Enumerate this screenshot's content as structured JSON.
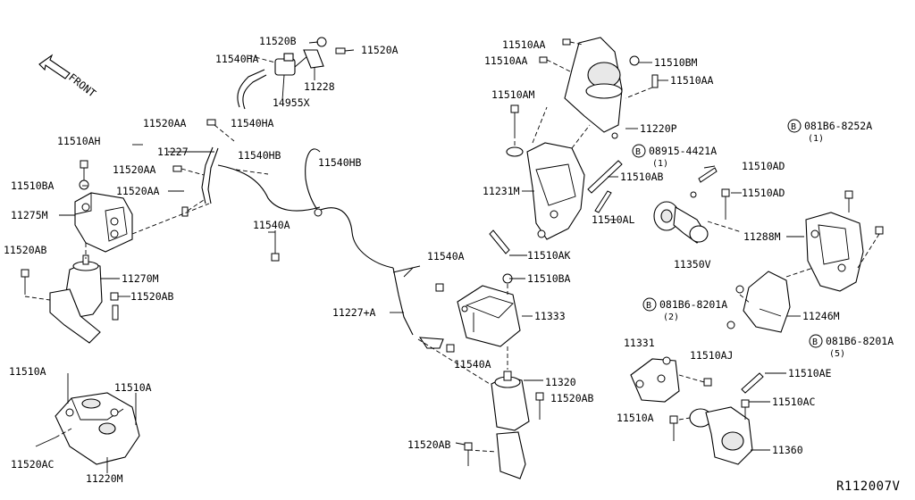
{
  "labels": {
    "l11520B": "11520B",
    "l11520A_top": "11520A",
    "l11540HA_1": "11540HA",
    "l11228": "11228",
    "l14955X": "14955X",
    "l11540HA_2": "11540HA",
    "l11520AA_1": "11520AA",
    "l11227": "11227",
    "l11540HB_1": "11540HB",
    "l11540HB_2": "11540HB",
    "l11510AH": "11510AH",
    "l11520AA_2": "11520AA",
    "l11510BA_1": "11510BA",
    "l11520AA_3": "11520AA",
    "l11275M": "11275M",
    "l11540A_1": "11540A",
    "l11520AB_1": "11520AB",
    "l11270M": "11270M",
    "l11520AB_2": "11520AB",
    "l11227A": "11227+A",
    "l11540A_2": "11540A",
    "l11510AK": "11510AK",
    "l11510BA_2": "11510BA",
    "l11333": "11333",
    "l11540A_3": "11540A",
    "l11510A_1": "11510A",
    "l11510A_2": "11510A",
    "l11520AC": "11520AC",
    "l11220M": "11220M",
    "l11320": "11320",
    "l11520AB_3": "11520AB",
    "l11520AB_4": "11520AB",
    "l11510AA_1": "11510AA",
    "l11510AA_2": "11510AA",
    "l11510BM": "11510BM",
    "l11510AA_3": "11510AA",
    "l11510AM": "11510AM",
    "l11220P": "11220P",
    "l11231M": "11231M",
    "l11510AB": "11510AB",
    "l11510AL": "11510AL",
    "l08915": "08915-4421A",
    "l08915q": "(1)",
    "l081B6_1": "081B6-8252A",
    "l081B6_1q": "(1)",
    "l11510AD_1": "11510AD",
    "l11510AD_2": "11510AD",
    "l11288M": "11288M",
    "l11350V": "11350V",
    "l081B6_2": "081B6-8201A",
    "l081B6_2q": "(2)",
    "l11246M": "11246M",
    "l081B6_3": "081B6-8201A",
    "l081B6_3q": "(5)",
    "l11331": "11331",
    "l11510AJ": "11510AJ",
    "l11510AE": "11510AE",
    "l11510AC": "11510AC",
    "l11510A_3": "11510A",
    "l11360": "11360",
    "front": "FRONT",
    "ref": "R112007V"
  },
  "circle_letter": "B"
}
